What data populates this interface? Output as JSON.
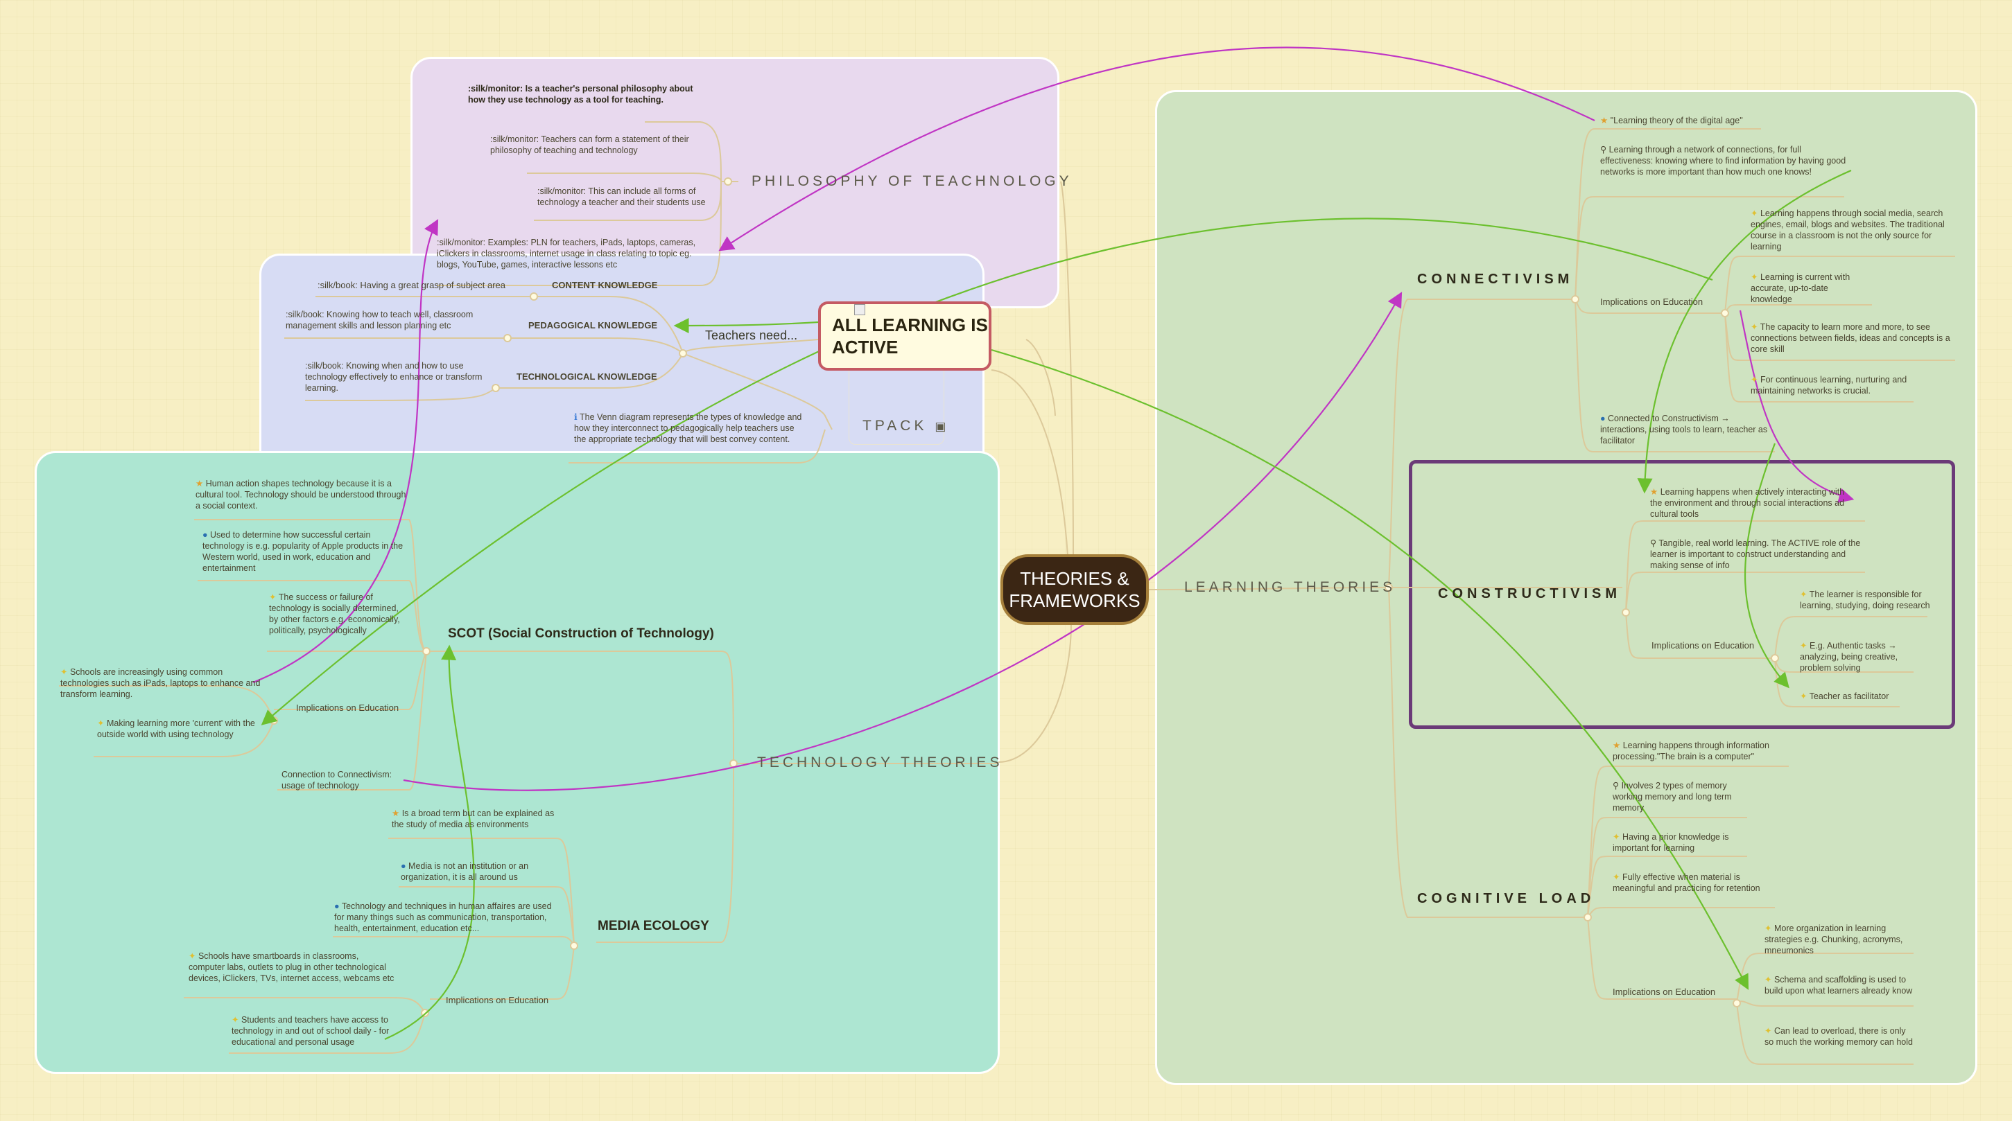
{
  "central": {
    "line1": "THEORIES &",
    "line2": "FRAMEWORKS"
  },
  "active_node": {
    "line1": "ALL LEARNING IS",
    "line2": "ACTIVE"
  },
  "teachers_need": "Teachers need...",
  "philosophy": {
    "title": "PHILOSOPHY OF TEACHNOLOGY",
    "items": [
      ":silk/monitor: Is a teacher's personal philosophy about how they use technology as a tool for teaching.",
      ":silk/monitor: Teachers can form a statement of their philosophy of teaching and technology",
      ":silk/monitor: This can include all forms of technology a teacher and their students use",
      ":silk/monitor: Examples: PLN for teachers, iPads, laptops, cameras, iClickers in classrooms, internet usage in class relating to topic eg. blogs, YouTube, games, interactive lessons etc"
    ]
  },
  "tpack": {
    "title": "TPACK",
    "knowledge": [
      {
        "name": "CONTENT KNOWLEDGE",
        "detail": ":silk/book: Having a great grasp of subject area"
      },
      {
        "name": "PEDAGOGICAL KNOWLEDGE",
        "detail": ":silk/book: Knowing how to teach well, classroom management skills and lesson planning etc"
      },
      {
        "name": "TECHNOLOGICAL KNOWLEDGE",
        "detail": ":silk/book: Knowing when and how to use technology effectively to enhance or transform learning."
      }
    ],
    "venn": "The Venn diagram represents the types of knowledge and how they interconnect to pedagogically help teachers use the appropriate technology that will best convey content."
  },
  "technology_theories": {
    "title": "TECHNOLOGY THEORIES",
    "scot": {
      "title": "SCOT (Social Construction of Technology)",
      "items": [
        "Human action shapes technology because it is a cultural tool. Technology should be understood through a social context.",
        "Used to determine how successful certain technology is e.g. popularity of Apple products in the Western world, used in work, education and entertainment",
        "The success or failure of technology is socially determined, by other factors e.g. economically, politically, psychologically"
      ],
      "implications_label": "Implications on Education",
      "implications": [
        "Schools are increasingly using common technologies such as iPads, laptops to enhance and transform learning.",
        "Making learning more 'current' with the outside world with using technology"
      ],
      "connection": "Connection to Connectivism: usage of technology"
    },
    "media": {
      "title": "MEDIA ECOLOGY",
      "items": [
        "Is a broad term but can be explained as the study of media as environments",
        "Media is not an institution or an organization, it is all around us",
        "Technology and techniques in human affaires are used for many things such as communication, transportation, health, entertainment, education etc..."
      ],
      "implications_label": "Implications on Education",
      "implications": [
        "Schools have smartboards in classrooms, computer labs, outlets to plug in other technological devices, iClickers, TVs, internet access, webcams etc",
        "Students and teachers have access to technology in and out of school daily - for educational and personal usage"
      ]
    }
  },
  "learning_theories": {
    "title": "LEARNING THEORIES",
    "connectivism": {
      "title": "CONNECTIVISM",
      "items": [
        "\"Learning theory of the digital age\"",
        "Learning through a network of connections, for full effectiveness: knowing where to find information by having good networks is more important than how much one knows!"
      ],
      "implications_label": "Implications on Education",
      "implications": [
        "Learning happens through social media, search engines, email, blogs and websites. The traditional course in a classroom is not the only source for learning",
        "Learning is current with accurate, up-to-date knowledge",
        "The capacity to learn more and more, to see connections between fields, ideas and concepts is a core skill",
        "For continuous learning, nurturing and maintaining networks is crucial."
      ],
      "connection": "Connected to Constructivism → interactions, using tools to learn, teacher as facilitator"
    },
    "constructivism": {
      "title": "CONSTRUCTIVISM",
      "items": [
        "Learning happens when actively interacting with the environment and through social interactions ad cultural tools",
        "Tangible, real world learning. The ACTIVE role of the learner is important to construct understanding and making sense of info"
      ],
      "implications_label": "Implications on Education",
      "implications": [
        "The learner is responsible for learning, studying, doing research",
        "E.g. Authentic tasks → analyzing, being creative, problem solving",
        "Teacher as facilitator"
      ]
    },
    "cognitive": {
      "title": "COGNITIVE LOAD",
      "items": [
        "Learning happens through information processing.\"The brain is a computer\"",
        "Involves 2 types of memory working memory and long term memory",
        "Having a prior knowledge is important for learning",
        "Fully effective when material is meaningful and practicing for retention"
      ],
      "implications_label": "Implications on Education",
      "implications": [
        "More organization in learning strategies e.g. Chunking, acronyms, mneumonics",
        "Schema and scaffolding is used to build upon what learners already know",
        "Can lead to overload, there is only so much the working memory can hold"
      ]
    }
  },
  "colors": {
    "background": "#f7efc4",
    "philosophy_panel": "#e8d9ee",
    "tpack_panel": "#d7dcf4",
    "technology_panel": "#ade6d2",
    "learning_panel": "#cfe3c1",
    "central_node": "#3b2614",
    "active_border": "#c45a63",
    "constructivism_border": "#6b3a78",
    "connector_green": "#6cc02e",
    "connector_magenta": "#c035c4",
    "branch_line": "#dcc99a"
  },
  "icons": [
    "lightbulb-icon",
    "magnifier-icon",
    "globe-icon",
    "info-icon",
    "image-icon",
    "broken-image-icon",
    "star-icon"
  ]
}
